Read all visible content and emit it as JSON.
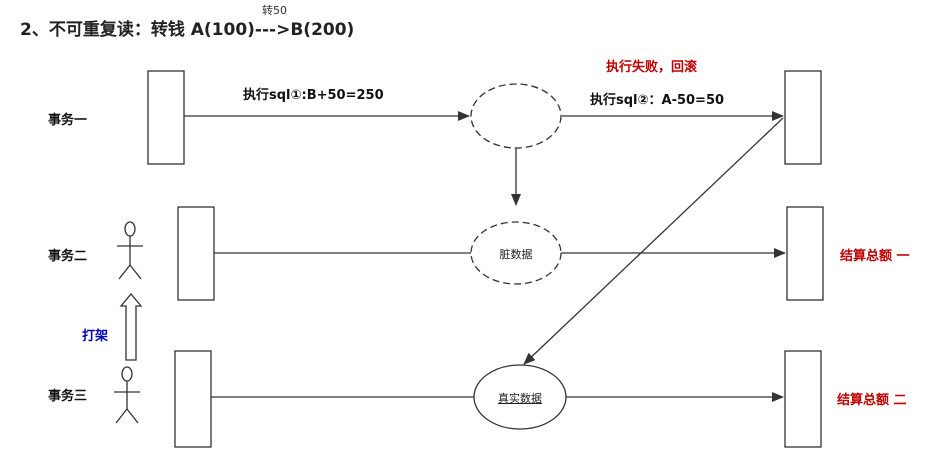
{
  "title": "2、不可重复读：转钱 A(100)--->B(200)",
  "title_annotation": "转50",
  "transactions": {
    "t1": "事务一",
    "t2": "事务二",
    "t3": "事务三"
  },
  "edges": {
    "sql1": "执行sql①:B+50=250",
    "sql2": "执行sql②：A-50=50",
    "rollback": "执行失败，回滚",
    "fight": "打架"
  },
  "nodes": {
    "dirty": "脏数据",
    "real": "真实数据"
  },
  "results": {
    "total1": "结算总额  一",
    "total2": "结算总额  二"
  },
  "colors": {
    "line": "#333333",
    "red_text": "#c00000",
    "blue_text": "#0000c0"
  }
}
